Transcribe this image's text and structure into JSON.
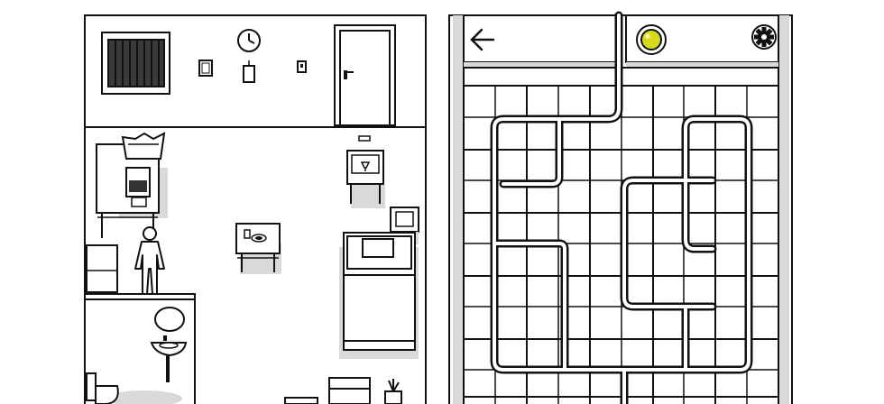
{
  "screen": {
    "left_view": "room",
    "right_view": "pipe-puzzle"
  },
  "colors": {
    "ink": "#111111",
    "paper": "#ffffff",
    "shadow": "#d9d9d9",
    "lamp": "#d8d81f",
    "header_bar": "#e2e2e2"
  },
  "toolbar": {
    "back_icon": "arrow-left-icon",
    "status_icon": "lamp-indicator-icon",
    "settings_icon": "gear-icon"
  },
  "puzzle": {
    "type": "pipe-maze",
    "columns": 5,
    "rows": 6
  }
}
